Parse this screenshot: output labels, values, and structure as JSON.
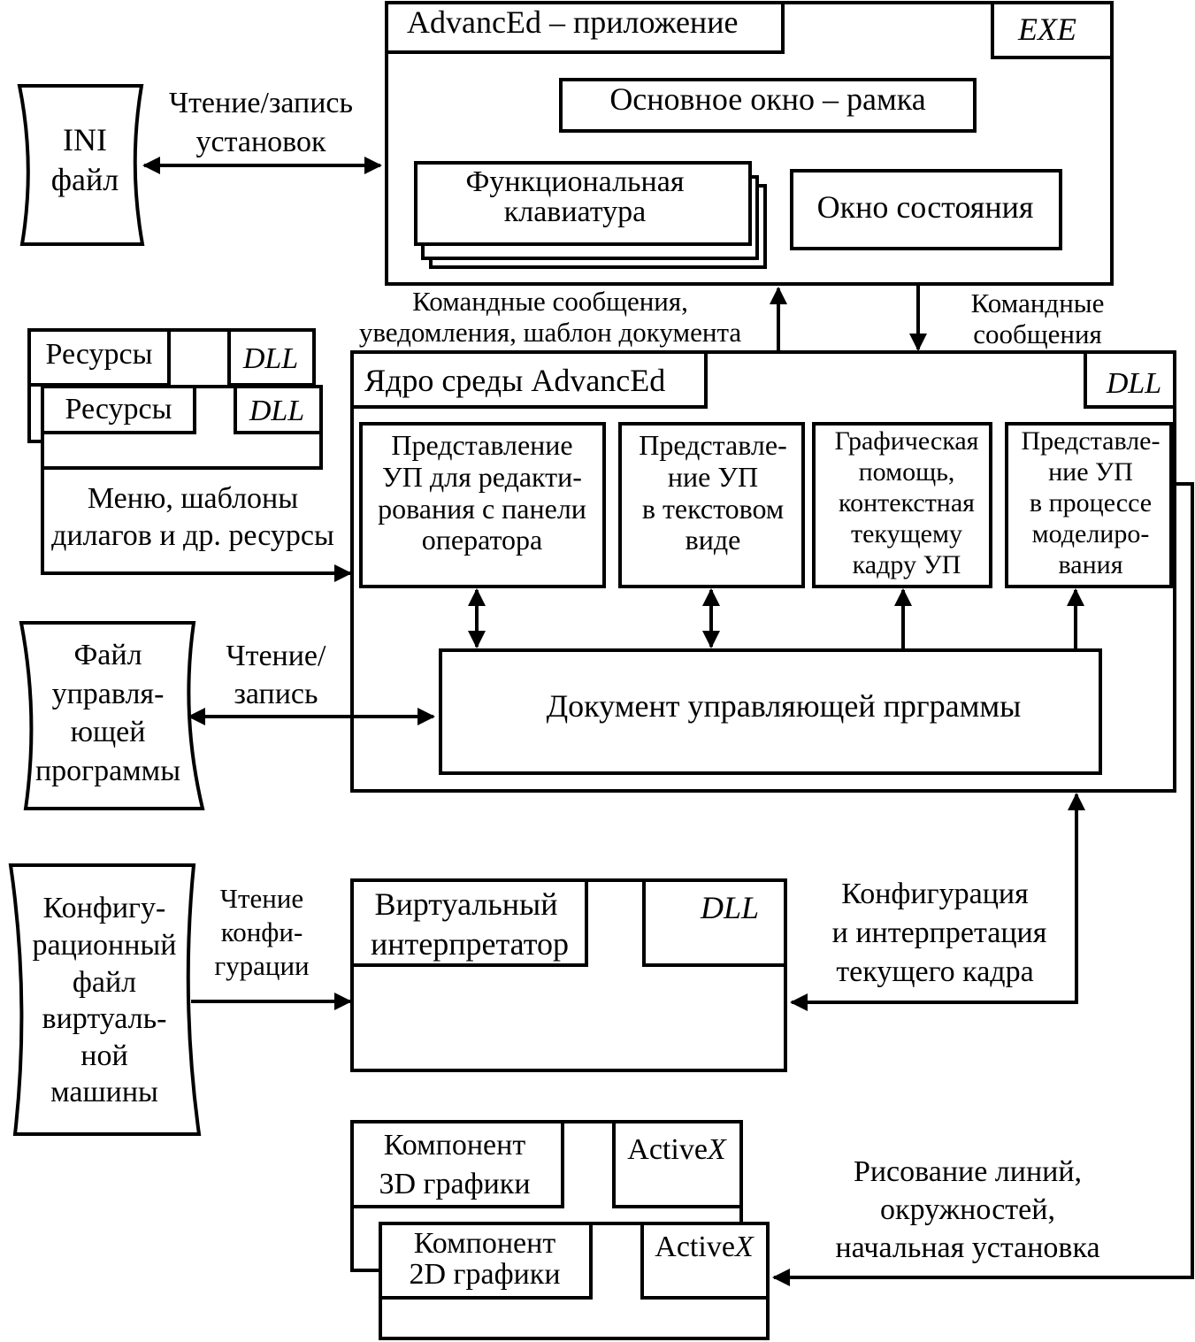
{
  "colors": {
    "stroke": "#000000",
    "background": "#ffffff",
    "text": "#000000"
  },
  "app": {
    "title": "AdvancEd – приложение",
    "exe_tag": "EXE",
    "main_window": "Основное окно –  рамка",
    "function_keys": [
      "Функциональная",
      "клавиатура"
    ],
    "status_window": "Окно состояния"
  },
  "ini": {
    "label": [
      "INI",
      "файл"
    ],
    "link": [
      "Чтение/запись",
      "установок"
    ]
  },
  "messages": {
    "up": [
      "Командные сообщения,",
      "уведомления, шаблон документа"
    ],
    "down": [
      "Командные",
      "сообщения"
    ]
  },
  "resources": {
    "label_back": "Ресурсы",
    "dll_back": "DLL",
    "label_front": "Ресурсы",
    "dll_front": "DLL",
    "link": [
      "Меню, шаблоны",
      "дилагов и др. ресурсы"
    ]
  },
  "core": {
    "title": "Ядро среды AdvancEd",
    "dll_tag": "DLL",
    "views": [
      {
        "lines": [
          "Представление",
          "УП для редакти-",
          "рования с панели",
          "оператора"
        ]
      },
      {
        "lines": [
          "Представле-",
          "ние УП",
          "в текстовом",
          "виде"
        ]
      },
      {
        "lines": [
          "Графическая",
          "помощь,",
          "контекстная",
          "текущему",
          "кадру УП"
        ]
      },
      {
        "lines": [
          "Представле-",
          "ние УП",
          "в процессе",
          "моделиро-",
          "вания"
        ]
      }
    ],
    "document": "Документ управляющей прграммы"
  },
  "program_file": {
    "label": [
      "Файл",
      "управля-",
      "ющей",
      "программы"
    ],
    "link": [
      "Чтение/",
      "запись"
    ]
  },
  "vm_config": {
    "label": [
      "Конфигу-",
      "рационный",
      "файл",
      "виртуаль-",
      "ной",
      "машины"
    ],
    "link": [
      "Чтение",
      "конфи-",
      "гурации"
    ]
  },
  "interpreter": {
    "title": [
      "Виртуальный",
      "интерпретатор"
    ],
    "dll_tag": "DLL",
    "link": [
      "Конфигурация",
      "и  интерпретация",
      "текущего кадра"
    ]
  },
  "graphics": {
    "comp3d": [
      "Компонент",
      "3D графики"
    ],
    "activex_3d": "ActiveX",
    "comp2d": [
      "Компонент",
      "2D графики"
    ],
    "activex_2d": "ActiveX",
    "link": [
      "Рисование линий,",
      "окружностей,",
      "начальная установка"
    ]
  },
  "icons": {
    "arrowhead": "arrowhead-icon"
  }
}
